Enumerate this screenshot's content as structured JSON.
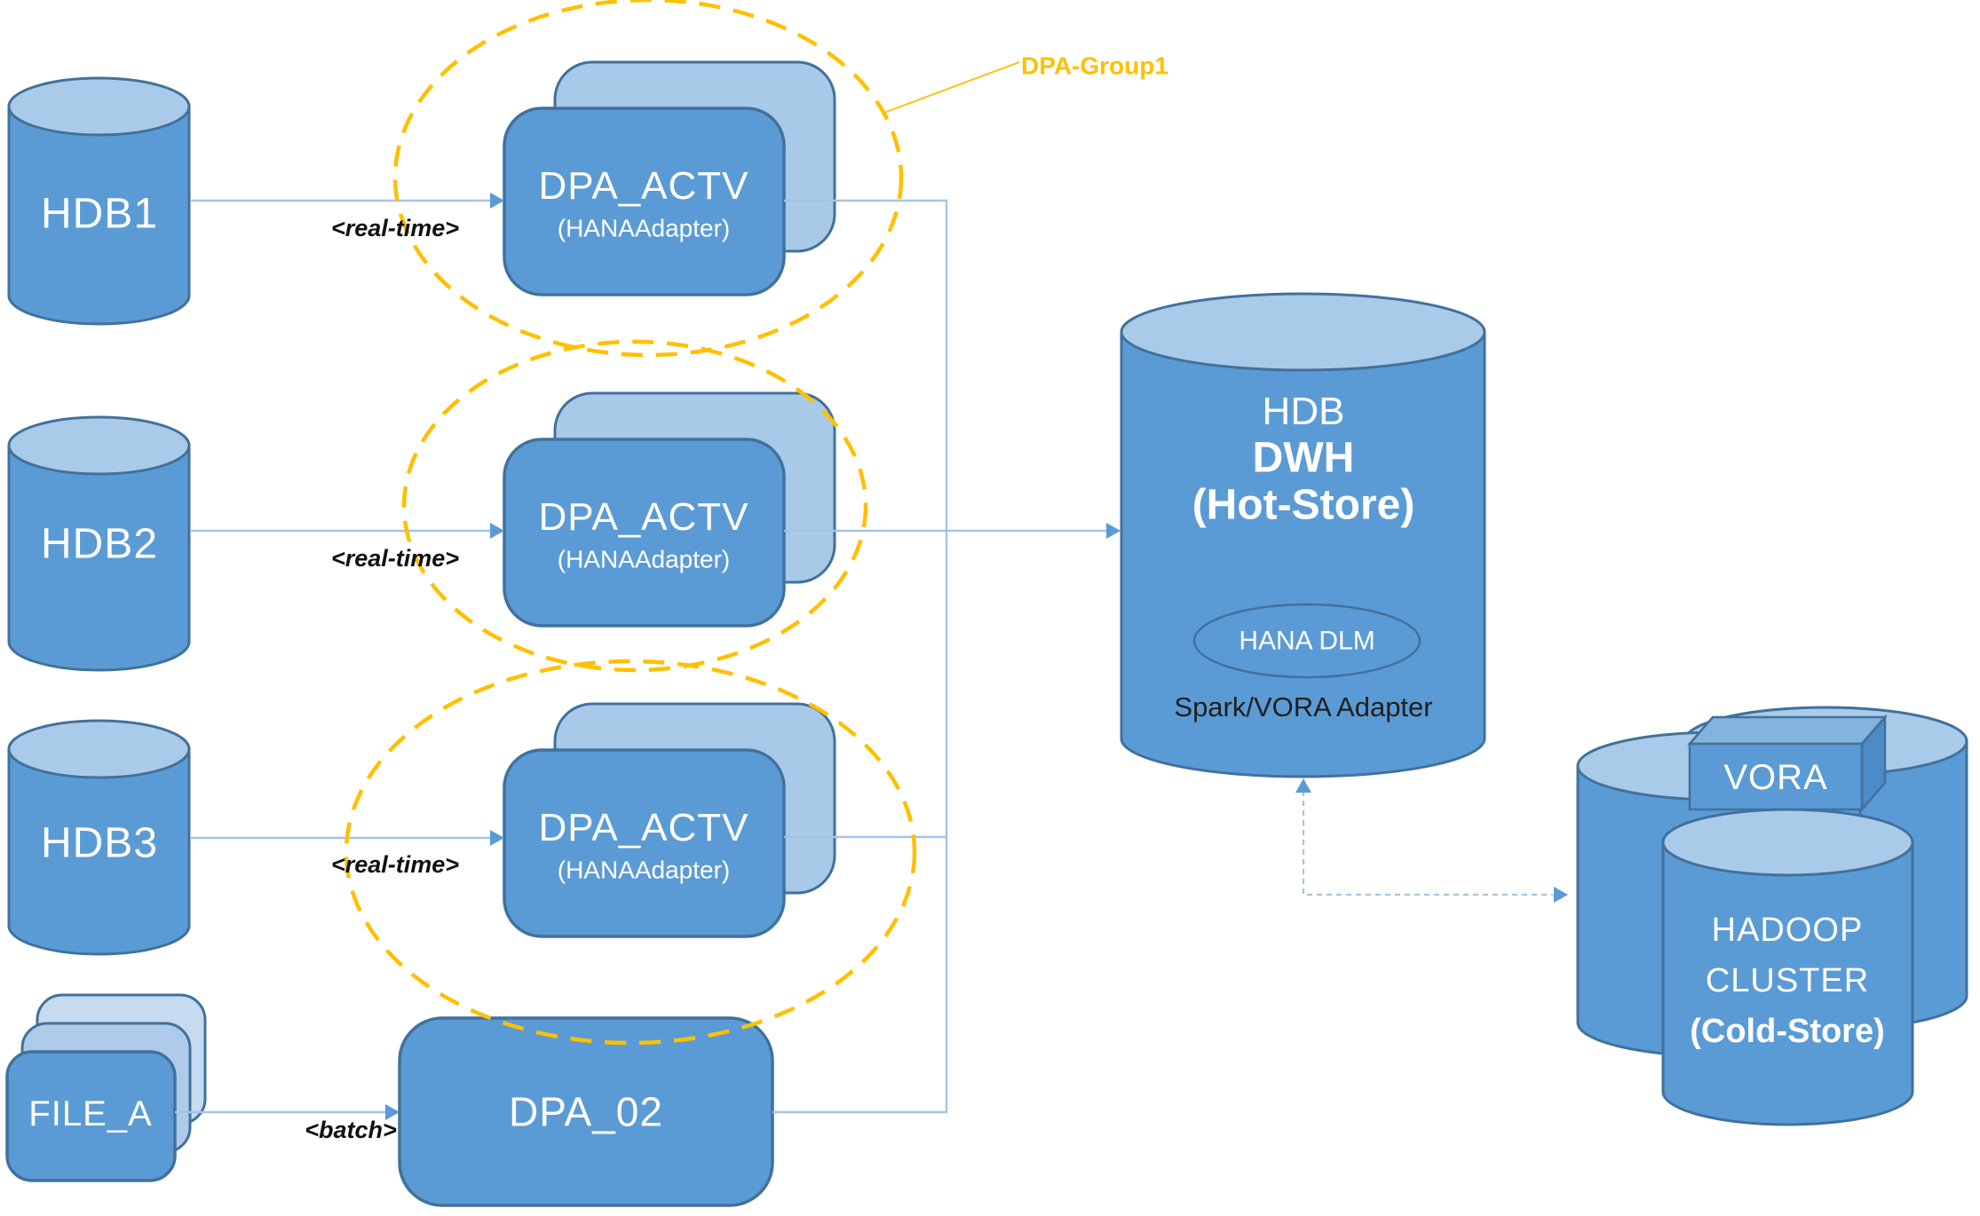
{
  "colors": {
    "shape_fill": "#5B9BD5",
    "shape_top_fill": "#A9CBE9",
    "back_box_fill": "#A9C9E8",
    "file_back1_fill": "#AECBEA",
    "file_back2_fill": "#C6DAF0",
    "shape_stroke": "#41719C",
    "connector": "#A3C4E2",
    "arrowhead": "#5B9BD5",
    "group_outline": "#FFC000",
    "edge_label_color": "#111111",
    "adapter_label_color": "#1F1F1F",
    "shape_text": "#FFFFFF",
    "vora_top_fill": "#83B4E0",
    "vora_side_fill": "#4E8AC8"
  },
  "sources": {
    "hdb1": "HDB1",
    "hdb2": "HDB2",
    "hdb3": "HDB3",
    "file_a": "FILE_A"
  },
  "adapters": {
    "dpa_actv": {
      "title": "DPA_ACTV",
      "subtitle": "(HANAAdapter)"
    },
    "dpa_02": {
      "title": "DPA_02"
    }
  },
  "group": {
    "label": "DPA-Group1"
  },
  "edge_labels": {
    "realtime": "<real-time>",
    "batch": "<batch>"
  },
  "hot_store": {
    "line1": "HDB",
    "line2": "DWH",
    "line3": "(Hot-Store)",
    "dlm_label": "HANA DLM",
    "adapter_label": "Spark/VORA Adapter"
  },
  "cold_store": {
    "vora_label": "VORA",
    "line1": "HADOOP",
    "line2": "CLUSTER",
    "line3": "(Cold-Store)"
  }
}
